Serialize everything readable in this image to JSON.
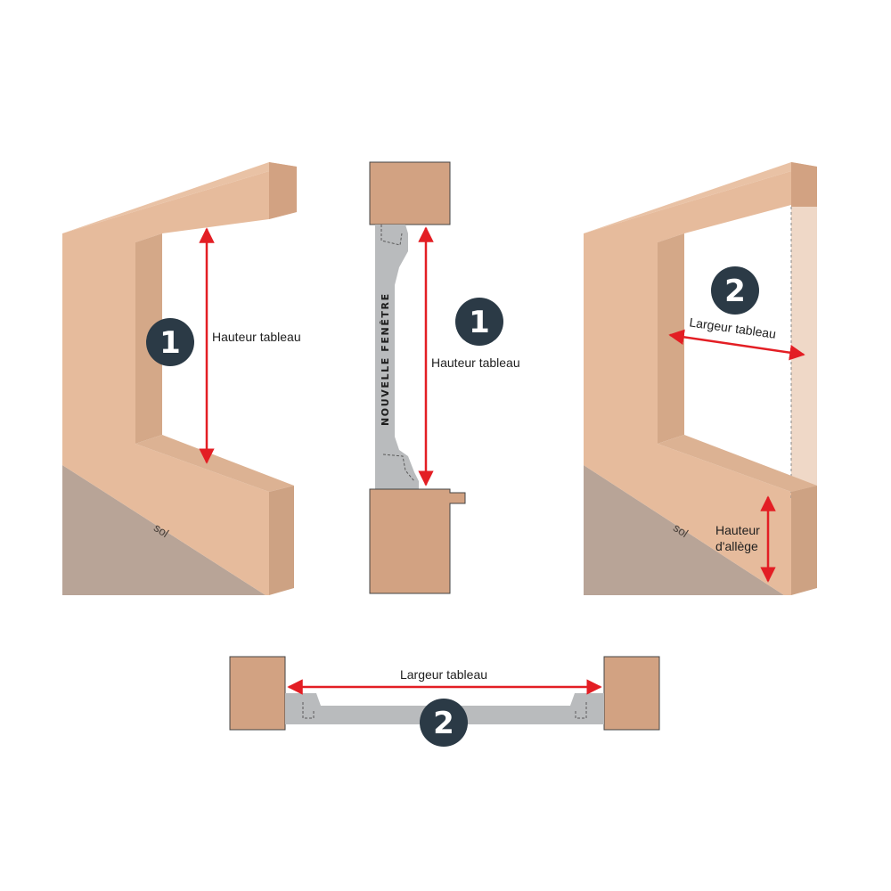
{
  "colors": {
    "wall_front": "#e6bb9c",
    "wall_top": "#d2a282",
    "wall_side": "#cda283",
    "reveal_dark": "#c99f80",
    "ground": "#b8a497",
    "frame_grey": "#b9bbbd",
    "arrow_red": "#e31e24",
    "badge_dark": "#2b3a46"
  },
  "fig_left": {
    "label_height": "Hauteur tableau",
    "ground_label": "sol",
    "badge": "1"
  },
  "fig_middle": {
    "label_height": "Hauteur tableau",
    "vertical_text": "NOUVELLE FENÊTRE",
    "badge": "1"
  },
  "fig_right": {
    "label_width": "Largeur tableau",
    "label_sill_1": "Hauteur",
    "label_sill_2": "d'allège",
    "ground_label": "sol",
    "badge": "2"
  },
  "fig_bottom": {
    "label_width": "Largeur tableau",
    "badge": "2"
  }
}
